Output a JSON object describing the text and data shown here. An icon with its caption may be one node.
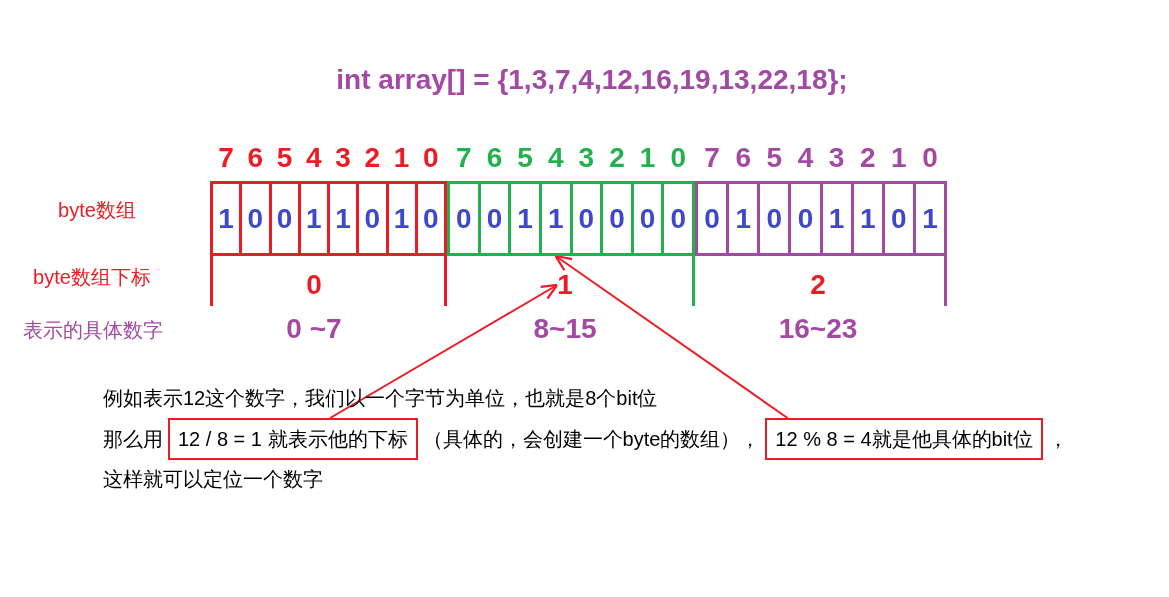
{
  "diagram": {
    "title": "int array[] = {1,3,7,4,12,16,19,13,22,18};",
    "nodes": [
      {
        "text": [],
        "shape": "box"
      },
      {
        "text": [
          "1"
        ],
        "in": 0,
        "beside": [
          "7"
        ]
      },
      {
        "text": [
          "0"
        ],
        "in": 0,
        "beside": [
          "6"
        ]
      },
      {
        "text": [
          "0"
        ],
        "in": 0,
        "beside": [
          "5"
        ]
      },
      {
        "text": [
          "1"
        ],
        "in": 0,
        "beside": [
          "4"
        ]
      },
      {
        "text": [
          "1"
        ],
        "in": 0,
        "beside": [
          "3"
        ]
      },
      {
        "text": [
          "0"
        ],
        "in": 0,
        "beside": [
          "2"
        ]
      },
      {
        "text": [
          "1"
        ],
        "in": 0,
        "beside": [
          "1"
        ]
      },
      {
        "text": [
          "0"
        ],
        "in": 0,
        "beside": [
          "0"
        ]
      },
      {
        "text": [],
        "shape": "box"
      },
      {
        "text": [
          "0"
        ],
        "in": 9,
        "beside": [
          "7"
        ]
      },
      {
        "text": [
          "0"
        ],
        "in": 9,
        "beside": [
          "6"
        ]
      },
      {
        "text": [
          "1"
        ],
        "in": 9,
        "beside": [
          "5"
        ]
      },
      {
        "text": [
          "1"
        ],
        "in": 9,
        "beside": [
          "4"
        ]
      },
      {
        "text": [
          "0"
        ],
        "in": 9,
        "beside": [
          "3"
        ]
      },
      {
        "text": [
          "0"
        ],
        "in": 9,
        "beside": [
          "2"
        ]
      },
      {
        "text": [
          "0"
        ],
        "in": 9,
        "beside": [
          "1"
        ]
      },
      {
        "text": [
          "0"
        ],
        "in": 9,
        "beside": [
          "0"
        ]
      },
      {
        "text": [],
        "shape": "box"
      },
      {
        "text": [
          "0"
        ],
        "in": 18,
        "beside": [
          "7"
        ]
      },
      {
        "text": [
          "1"
        ],
        "in": 18,
        "beside": [
          "6"
        ]
      },
      {
        "text": [
          "0"
        ],
        "in": 18,
        "beside": [
          "5"
        ]
      },
      {
        "text": [
          "0"
        ],
        "in": 18,
        "beside": [
          "4"
        ]
      },
      {
        "text": [
          "1"
        ],
        "in": 18,
        "beside": [
          "3"
        ]
      },
      {
        "text": [
          "1"
        ],
        "in": 18,
        "beside": [
          "2"
        ]
      },
      {
        "text": [
          "0"
        ],
        "in": 18,
        "beside": [
          "1"
        ]
      },
      {
        "text": [
          "1"
        ],
        "in": 18,
        "beside": [
          "0"
        ]
      },
      {
        "text": [
          "0"
        ],
        "beside": [
          "0 ~7"
        ]
      },
      {
        "text": [
          "1"
        ],
        "beside": [
          "8~15"
        ]
      },
      {
        "text": [
          "2"
        ],
        "beside": [
          "16~23"
        ]
      },
      {
        "text": [
          "12 / 8 = 1 就表示他的下标"
        ]
      },
      {
        "text": [
          "12 % 8 = 4就是他具体的bit位"
        ]
      }
    ],
    "edges": [
      {
        "from": 30,
        "to": 28,
        "arrow": "to"
      },
      {
        "from": 31,
        "to": 13,
        "arrow": "to"
      }
    ],
    "labels": [
      "byte数组",
      "byte数组下标",
      "表示的具体数字",
      "例如表示12这个数字，我们以一个字节为单位，也就是8个bit位",
      "那么用",
      "（具体的，会创建一个byte的数组），",
      "，",
      "这样就可以定位一个数字"
    ]
  }
}
